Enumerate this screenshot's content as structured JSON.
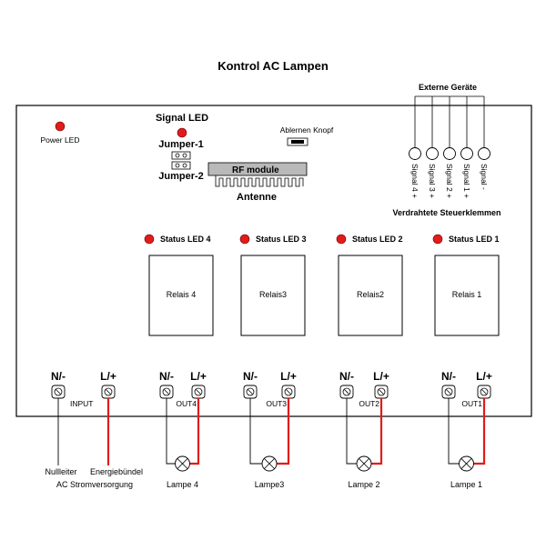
{
  "title": "Kontrol AC Lampen",
  "power_led": "Power LED",
  "signal_led": "Signal LED",
  "jumper1": "Jumper-1",
  "jumper2": "Jumper-2",
  "learn_button": "Ablernen Knopf",
  "rf_module": "RF module",
  "antenna": "Antenne",
  "external_devices": "Externe Geräte",
  "wired_terminals": "Verdrahtete Steuerklemmen",
  "signals": [
    "Signal 4 +",
    "Signal 3 +",
    "Signal 2 +",
    "Signal 1 +",
    "Signal -"
  ],
  "status_leds": [
    "Status LED 4",
    "Status LED 3",
    "Status LED 2",
    "Status LED 1"
  ],
  "relays": [
    "Relais 4",
    "Relais3",
    "Relais2",
    "Relais 1"
  ],
  "input": {
    "n": "N/-",
    "l": "L/+",
    "label": "INPUT"
  },
  "outputs": [
    {
      "n": "N/-",
      "l": "L/+",
      "label": "OUT4",
      "lamp": "Lampe 4"
    },
    {
      "n": "N/-",
      "l": "L/+",
      "label": "OUT3",
      "lamp": "Lampe3"
    },
    {
      "n": "N/-",
      "l": "L/+",
      "label": "OUT2",
      "lamp": "Lampe 2"
    },
    {
      "n": "N/-",
      "l": "L/+",
      "label": "OUT1",
      "lamp": "Lampe 1"
    }
  ],
  "neutral_label": "Nullleiter",
  "energy_label": "Energiebündel",
  "supply_label": "AC Stromversorgung",
  "colors": {
    "led": "#e21b1b",
    "live_wire": "#e21b1b",
    "rf_module": "#b9b9b9"
  }
}
